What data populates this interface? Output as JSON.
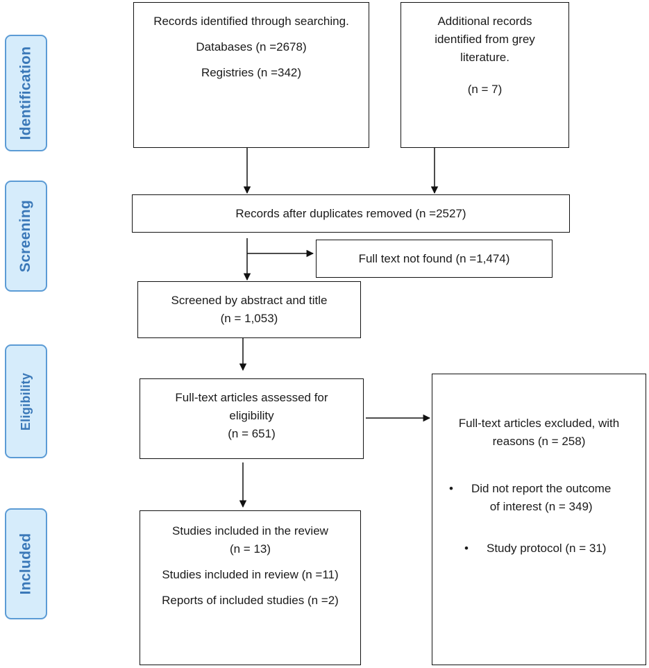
{
  "stages": {
    "identification": "Identification",
    "screening": "Screening",
    "eligibility": "Eligibility",
    "included": "Included"
  },
  "boxes": {
    "records_identified": {
      "title": "Records identified through searching.",
      "databases": "Databases (n =2678)",
      "registries": "Registries (n =342)"
    },
    "grey_literature": {
      "line1": "Additional records",
      "line2": "identified from grey",
      "line3": "literature.",
      "count": "(n = 7)"
    },
    "duplicates_removed": "Records after duplicates removed (n =2527)",
    "full_text_not_found": "Full text not found (n =1,474)",
    "screened": {
      "line1": "Screened by abstract and title",
      "count": "(n = 1,053)"
    },
    "assessed": {
      "line1": "Full-text articles assessed for",
      "line2": "eligibility",
      "count": "(n = 651)"
    },
    "excluded": {
      "line1": "Full-text articles excluded, with",
      "line2": "reasons (n = 258)",
      "bullet_symbol": "•",
      "reason1_line1": "Did not report the outcome",
      "reason1_line2": "of interest (n = 349)",
      "reason2": "Study protocol (n = 31)"
    },
    "included": {
      "line1": "Studies included in the review",
      "count": "(n = 13)",
      "studies": "Studies included in review (n =11)",
      "reports": "Reports of included studies (n =2)"
    }
  },
  "colors": {
    "stage_fill": "#d6ecfb",
    "stage_border": "#5b9bd5",
    "stage_text": "#3a78b8",
    "box_border": "#111111"
  }
}
